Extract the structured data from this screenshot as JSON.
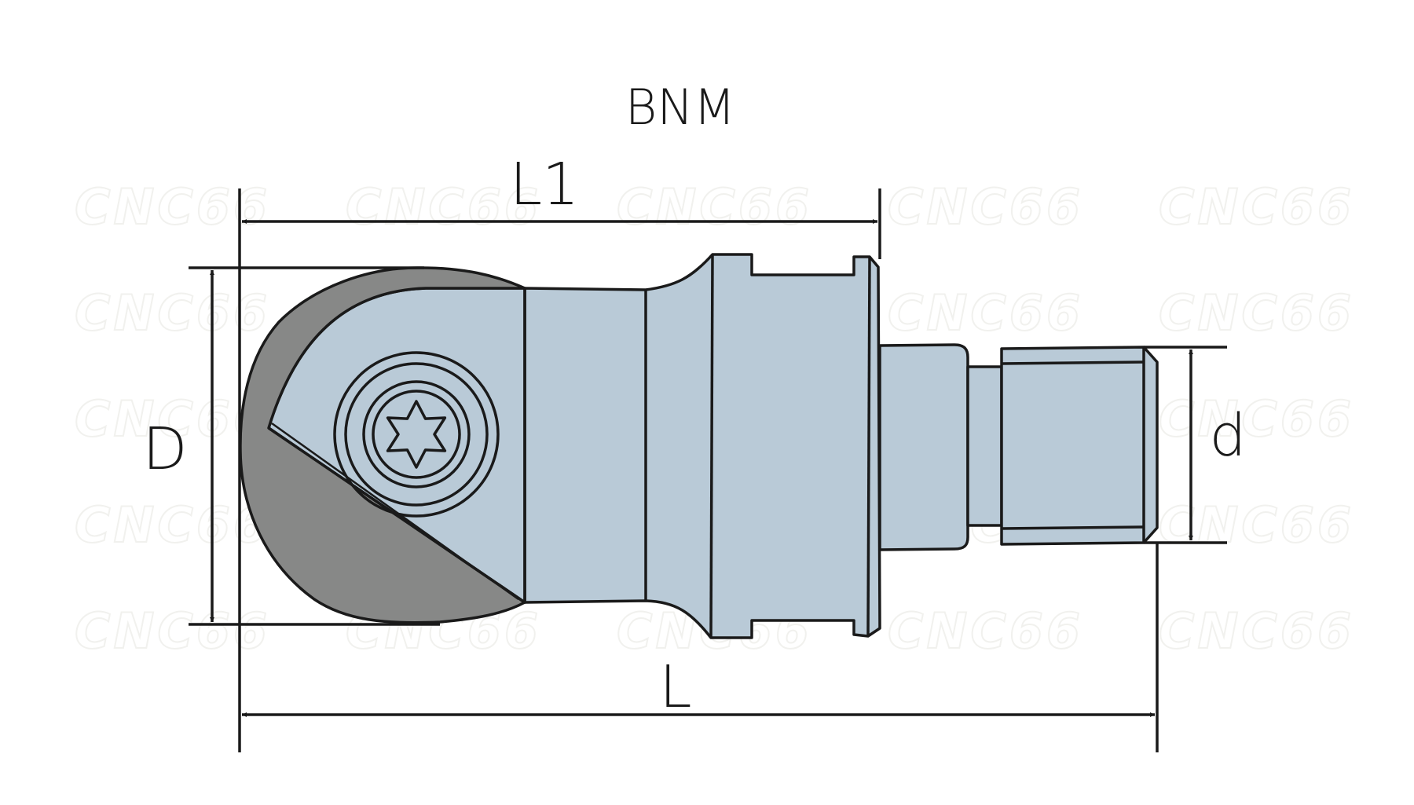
{
  "title": "BNM",
  "dimensions": {
    "L1": "L1",
    "L": "L",
    "D": "D",
    "d": "d"
  },
  "watermark": "CNC66",
  "colors": {
    "body": "#b9cad7",
    "insert": "#878887",
    "outline": "#1a1a1a",
    "background": "#ffffff"
  },
  "icons": {
    "screw": "torx-screw-icon"
  }
}
